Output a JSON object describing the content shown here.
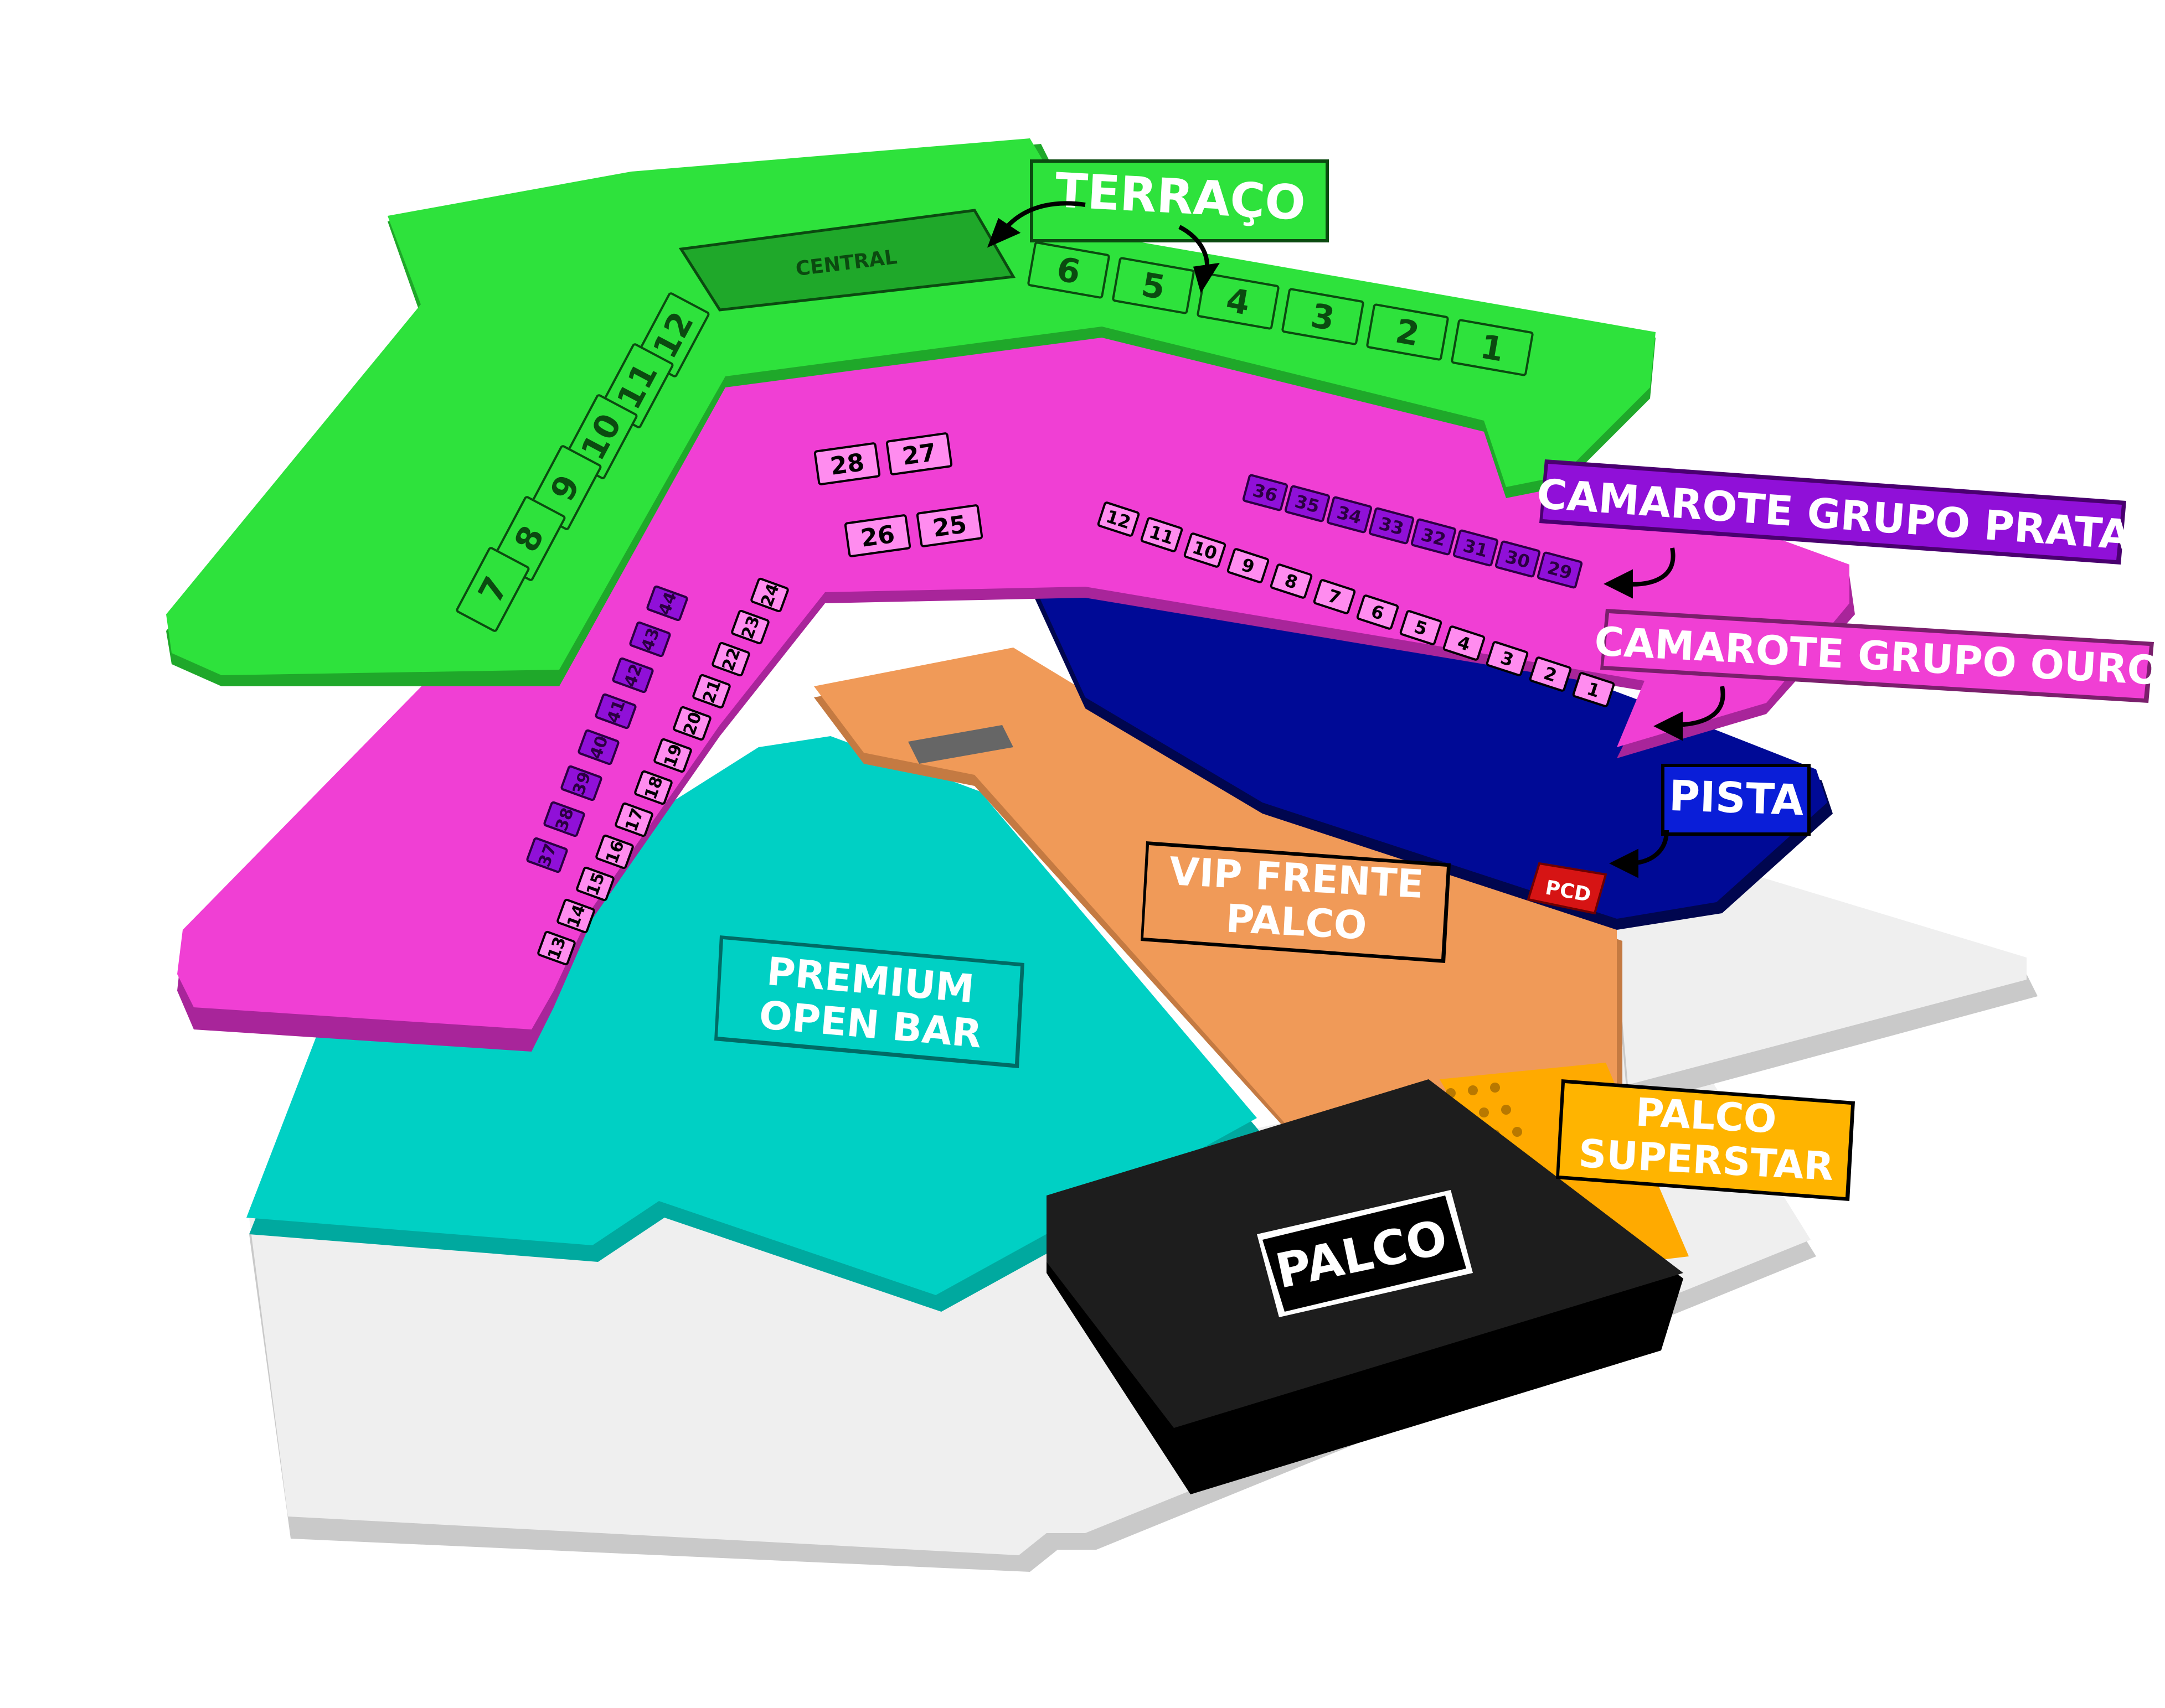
{
  "colors": {
    "terraco": "#2ee23c",
    "terraco_dark": "#1fa82a",
    "camarote": "#f03fd4",
    "camarote_dark": "#b62aa0",
    "prata": "#9010d8",
    "pista": "#000a96",
    "vip": "#f09a58",
    "premium": "#00d0c4",
    "palco": "#151515",
    "superstar": "#ffaa00",
    "floor": "#eeeeee",
    "pcd": "#d61414"
  },
  "labels": {
    "terraco": "TERRAÇO",
    "central": "CENTRAL",
    "camarote_prata": "CAMAROTE GRUPO PRATA",
    "camarote_ouro": "CAMAROTE GRUPO OURO",
    "pista": "PISTA",
    "pcd": "PCD",
    "vip_line1": "VIP FRENTE",
    "vip_line2": "PALCO",
    "premium_line1": "PREMIUM",
    "premium_line2": "OPEN BAR",
    "superstar_line1": "PALCO",
    "superstar_line2": "SUPERSTAR",
    "palco": "PALCO"
  },
  "terraco_boxes": {
    "right": [
      "6",
      "5",
      "4",
      "3",
      "2",
      "1"
    ],
    "left": [
      "12",
      "11",
      "10",
      "9",
      "8",
      "7"
    ]
  },
  "camarote_boxes": {
    "center_top": [
      "28",
      "27"
    ],
    "center_bottom": [
      "26",
      "25"
    ],
    "right_prata": [
      "36",
      "35",
      "34",
      "33",
      "32",
      "31",
      "30",
      "29"
    ],
    "right_ouro": [
      "12",
      "11",
      "10",
      "9",
      "8",
      "7",
      "6",
      "5",
      "4",
      "3",
      "2",
      "1"
    ],
    "left_prata": [
      "44",
      "43",
      "42",
      "41",
      "40",
      "39",
      "38",
      "37"
    ],
    "left_ouro": [
      "24",
      "23",
      "22",
      "21",
      "20",
      "19",
      "18",
      "17",
      "16",
      "15",
      "14",
      "13"
    ]
  }
}
